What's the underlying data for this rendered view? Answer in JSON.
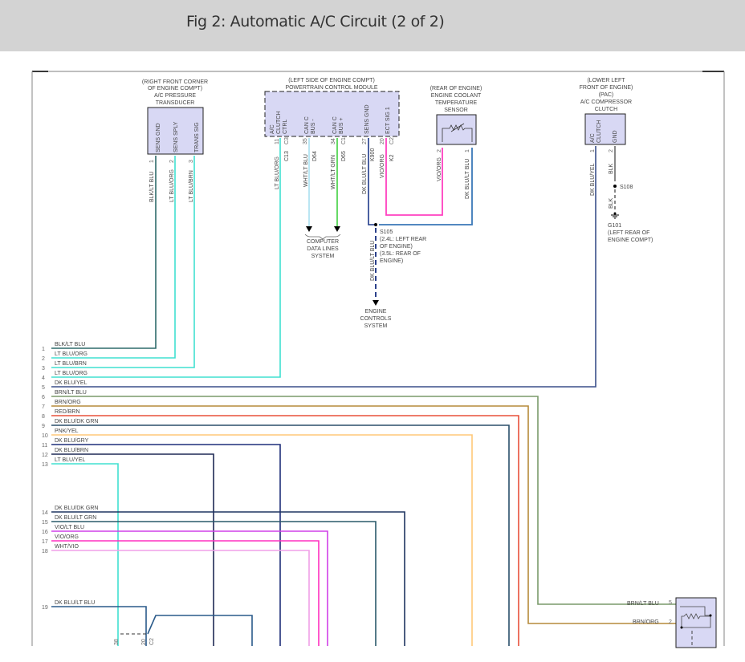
{
  "header": {
    "title": "Fig 2: Automatic A/C Circuit (2 of 2)"
  },
  "components": {
    "pressure_transducer": {
      "location": "(RIGHT FRONT CORNER OF ENGINE COMPT)",
      "lines": [
        "(RIGHT FRONT CORNER",
        "OF ENGINE COMPT)",
        "A/C PRESSURE",
        "TRANSDUCER"
      ],
      "pins": [
        {
          "label": "SENS GND",
          "num": "1",
          "wire": "BLK/LT BLU",
          "color": "#2e6b6b"
        },
        {
          "label": "SENS SPLY",
          "num": "2",
          "wire": "LT BLU/ORG",
          "color": "#40e0d0"
        },
        {
          "label": "TRANS SIG",
          "num": "3",
          "wire": "LT BLU/BRN",
          "color": "#40e0d0"
        }
      ]
    },
    "pcm": {
      "lines": [
        "(LEFT SIDE OF ENGINE COMPT)",
        "POWERTRAIN CONTROL MODULE"
      ],
      "pins": [
        {
          "label1": "A/C",
          "label2": "CLUTCH",
          "label3": "CTRL",
          "num": "11",
          "conn": "C3",
          "circuit": "C13",
          "wire": "LT BLU/ORG"
        },
        {
          "label1": "CAN C",
          "label2": "BUS -",
          "num": "35",
          "conn": "",
          "circuit": "D64",
          "wire": "WHT/LT BLU"
        },
        {
          "label1": "CAN C",
          "label2": "BUS +",
          "num": "34",
          "conn": "C1",
          "circuit": "D65",
          "wire": "WHT/LT GRN"
        },
        {
          "label1": "SENS GND",
          "num": "27",
          "conn": "",
          "circuit": "K900",
          "wire": "DK BLU/LT BLU"
        },
        {
          "label1": "ECT SIG 1",
          "num": "20",
          "conn": "C2",
          "circuit": "K2",
          "wire": "VIO/ORG"
        }
      ]
    },
    "ect_sensor": {
      "lines": [
        "(REAR OF ENGINE)",
        "ENGINE COOLANT",
        "TEMPERATURE",
        "SENSOR"
      ],
      "pins": [
        {
          "num": "2",
          "wire": "VIO/ORG"
        },
        {
          "num": "1",
          "wire": "DK BLU/LT BLU"
        }
      ]
    },
    "compressor_clutch": {
      "lines": [
        "(LOWER LEFT",
        "FRONT OF ENGINE)",
        "(PAC)",
        "A/C COMPRESSOR",
        "CLUTCH"
      ],
      "pins": [
        {
          "label1": "A/C",
          "label2": "CLUTCH",
          "num": "1",
          "wire": "DK BLU/YEL"
        },
        {
          "label1": "GND",
          "num": "2",
          "wire": "BLK"
        }
      ],
      "splice": "S108",
      "ground_wire": "BLK",
      "ground": "G101",
      "ground_lines": [
        "G101",
        "(LEFT REAR OF",
        "ENGINE COMPT)"
      ]
    },
    "data_lines": {
      "lines": [
        "COMPUTER",
        "DATA LINES",
        "SYSTEM"
      ]
    },
    "splice_s105": {
      "lines": [
        "S105",
        "(2.4L: LEFT REAR",
        "OF ENGINE)",
        "(3.5L: REAR OF",
        "ENGINE)"
      ],
      "wire": "DK BLU/LT BLU"
    },
    "engine_controls": {
      "lines": [
        "ENGINE",
        "CONTROLS",
        "SYSTEM"
      ]
    },
    "bottom_right_connector": {
      "pins": [
        {
          "num": "5",
          "wire": "BRN/LT BLU"
        },
        {
          "num": "2",
          "wire": "BRN/ORG"
        }
      ]
    },
    "bottom_left_connector": {
      "pins": [
        {
          "num": "38"
        },
        {
          "num": "20",
          "conn": "C2"
        }
      ]
    }
  },
  "bus_wires": [
    {
      "num": "1",
      "label": "BLK/LT BLU",
      "color": "#2e6b6b"
    },
    {
      "num": "2",
      "label": "LT BLU/ORG",
      "color": "#40e0d0"
    },
    {
      "num": "3",
      "label": "LT BLU/BRN",
      "color": "#40e0d0"
    },
    {
      "num": "4",
      "label": "LT BLU/ORG",
      "color": "#40e0d0"
    },
    {
      "num": "5",
      "label": "DK BLU/YEL",
      "color": "#3a4f8a"
    },
    {
      "num": "6",
      "label": "BRN/LT BLU",
      "color": "#7a9a6a"
    },
    {
      "num": "7",
      "label": "BRN/ORG",
      "color": "#b58a3a"
    },
    {
      "num": "8",
      "label": "RED/BRN",
      "color": "#e8503a"
    },
    {
      "num": "9",
      "label": "DK BLU/DK GRN",
      "color": "#2a4f6a"
    },
    {
      "num": "10",
      "label": "PNK/YEL",
      "color": "#ffc878"
    },
    {
      "num": "11",
      "label": "DK BLU/GRY",
      "color": "#1f2f7a"
    },
    {
      "num": "12",
      "label": "DK BLU/BRN",
      "color": "#1f2a55"
    },
    {
      "num": "13",
      "label": "LT BLU/YEL",
      "color": "#40e0d0"
    },
    {
      "num": "14",
      "label": "DK BLU/DK GRN",
      "color": "#1f3560"
    },
    {
      "num": "15",
      "label": "DK BLU/LT GRN",
      "color": "#2a5a6a"
    },
    {
      "num": "16",
      "label": "VIO/LT BLU",
      "color": "#d040e8"
    },
    {
      "num": "17",
      "label": "VIO/ORG",
      "color": "#ff30c0"
    },
    {
      "num": "18",
      "label": "WHT/VIO",
      "color": "#f0a0e8"
    },
    {
      "num": "19",
      "label": "DK BLU/LT BLU",
      "color": "#2a5a8a"
    }
  ]
}
